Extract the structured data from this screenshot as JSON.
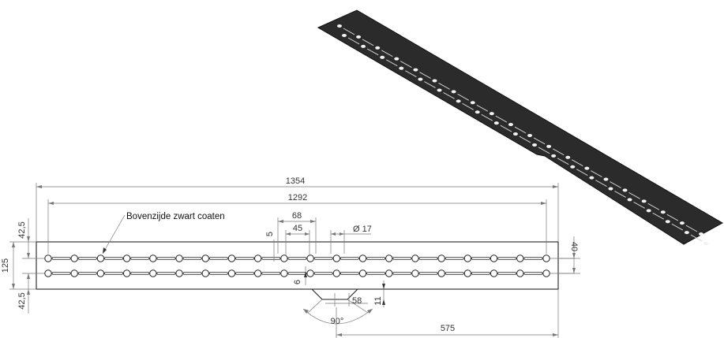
{
  "annotation": "Bovenzijde zwart coaten",
  "dimensions": {
    "overall_length": "1354",
    "hole_span": "1292",
    "pitch_68": "68",
    "slot_45": "45",
    "slot_width_5": "5",
    "hole_diameter": "Ø 17",
    "row_offset_40": "40",
    "plate_width_125": "125",
    "edge_top_42_5": "42,5",
    "edge_bottom_42_5": "42,5",
    "slot_gap_6": "6",
    "notch_58": "58",
    "notch_depth_11": "11",
    "angle_90": "90°",
    "notch_position_575": "575"
  },
  "colors": {
    "plate_iso": "#2b2b2b",
    "line": "#222222",
    "dimension": "#777777"
  }
}
